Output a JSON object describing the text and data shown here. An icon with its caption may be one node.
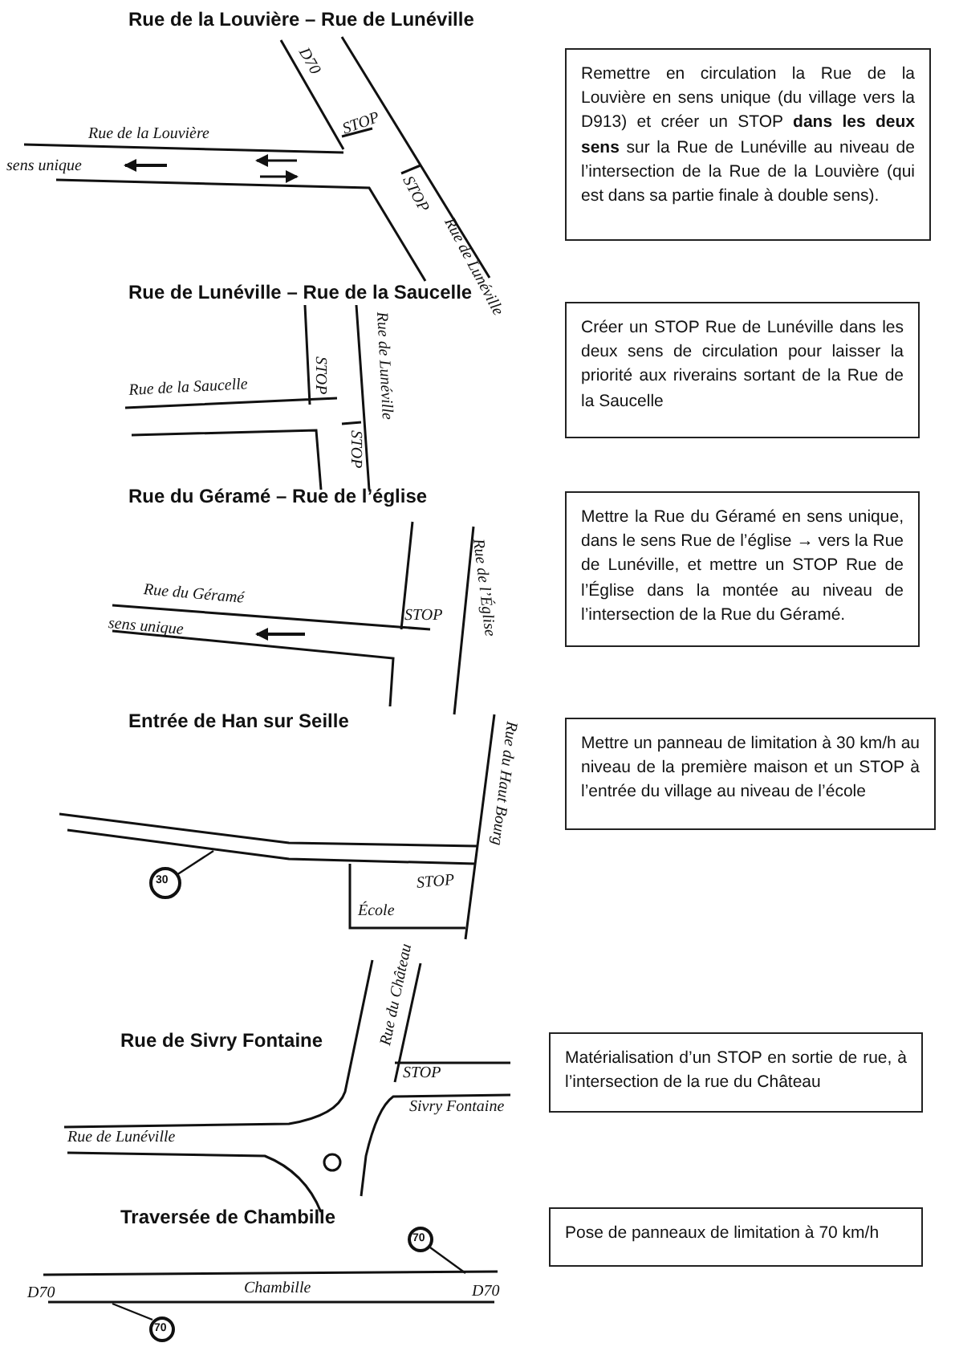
{
  "diagram": {
    "nodes": [
      {
        "text": [
          "Remettre en circulation la Rue de la Louvière en sens unique (du village vers la D913) et créer un STOP **dans les deux sens** sur la Rue de Lunéville au niveau de l’intersection de la Rue de la Louvière (qui est dans sa partie finale à double sens)."
        ]
      },
      {
        "text": [
          "Créer un STOP Rue de Lunéville dans les deux sens de circulation pour laisser la priorité aux riverains sortant de la Rue de la Saucelle"
        ]
      },
      {
        "text": [
          "Mettre la Rue du Géramé en sens unique, dans le sens Rue de l’église → vers la Rue de Lunéville, et mettre un STOP Rue de l’Église dans la montée au niveau de l’intersection de la Rue du Géramé."
        ]
      },
      {
        "text": [
          "Mettre un panneau de limitation à 30 km/h au niveau de la première maison et un STOP à l’entrée du village au niveau de l’école"
        ]
      },
      {
        "text": [
          "Matérialisation d’un STOP en sortie de rue, à l’intersection de la rue du Château"
        ]
      },
      {
        "text": [
          "Pose de panneaux de limitation à 70 km/h"
        ]
      }
    ],
    "labels": [
      "Rue de la Louvière – Rue de Lunéville",
      "D70",
      "STOP",
      "Rue de la Louvière",
      "sens unique",
      "STOP",
      "Rue de Lunéville",
      "Rue de Lunéville – Rue de la Saucelle",
      "Rue de Lunéville",
      "STOP",
      "Rue de la Saucelle",
      "STOP",
      "Rue du Géramé – Rue de l’église",
      "Rue de l’Église",
      "Rue du Géramé",
      "STOP",
      "sens unique",
      "Entrée de Han sur Seille",
      "Rue du Haut Bourg",
      "30",
      "STOP",
      "École",
      "Rue du Château",
      "Rue de Sivry Fontaine",
      "STOP",
      "Sivry Fontaine",
      "Rue de Lunéville",
      "Traversée de Chambille",
      "70",
      "D70",
      "Chambille",
      "D70",
      "70"
    ]
  }
}
